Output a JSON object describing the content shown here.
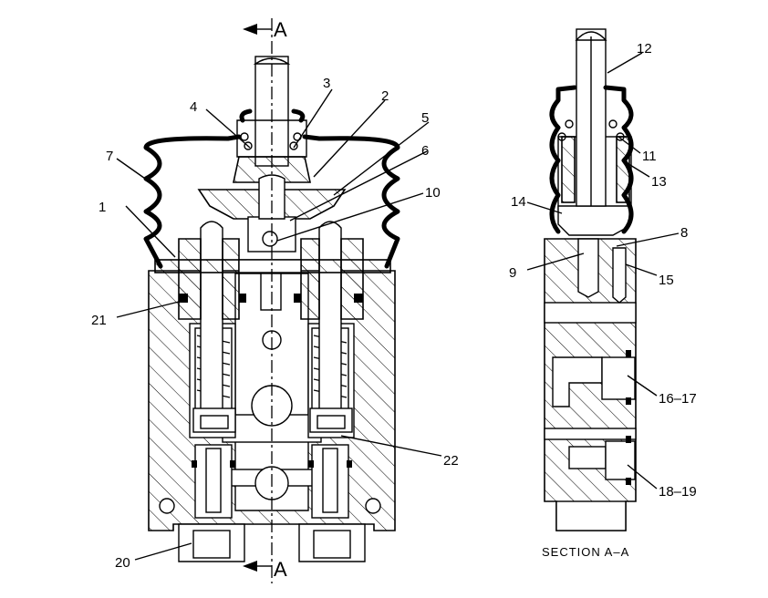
{
  "section_marks": {
    "top": "A",
    "bottom": "A"
  },
  "caption": "SECTION A–A",
  "callouts": [
    {
      "id": "c1",
      "label": "1"
    },
    {
      "id": "c2",
      "label": "2"
    },
    {
      "id": "c3",
      "label": "3"
    },
    {
      "id": "c4",
      "label": "4"
    },
    {
      "id": "c5",
      "label": "5"
    },
    {
      "id": "c6",
      "label": "6"
    },
    {
      "id": "c7",
      "label": "7"
    },
    {
      "id": "c10",
      "label": "10"
    },
    {
      "id": "c20",
      "label": "20"
    },
    {
      "id": "c21",
      "label": "21"
    },
    {
      "id": "c22",
      "label": "22"
    },
    {
      "id": "c8",
      "label": "8"
    },
    {
      "id": "c9",
      "label": "9"
    },
    {
      "id": "c11",
      "label": "11"
    },
    {
      "id": "c12",
      "label": "12"
    },
    {
      "id": "c13",
      "label": "13"
    },
    {
      "id": "c14",
      "label": "14"
    },
    {
      "id": "c15",
      "label": "15"
    },
    {
      "id": "c1617",
      "label": "16–17"
    },
    {
      "id": "c1819",
      "label": "18–19"
    }
  ]
}
